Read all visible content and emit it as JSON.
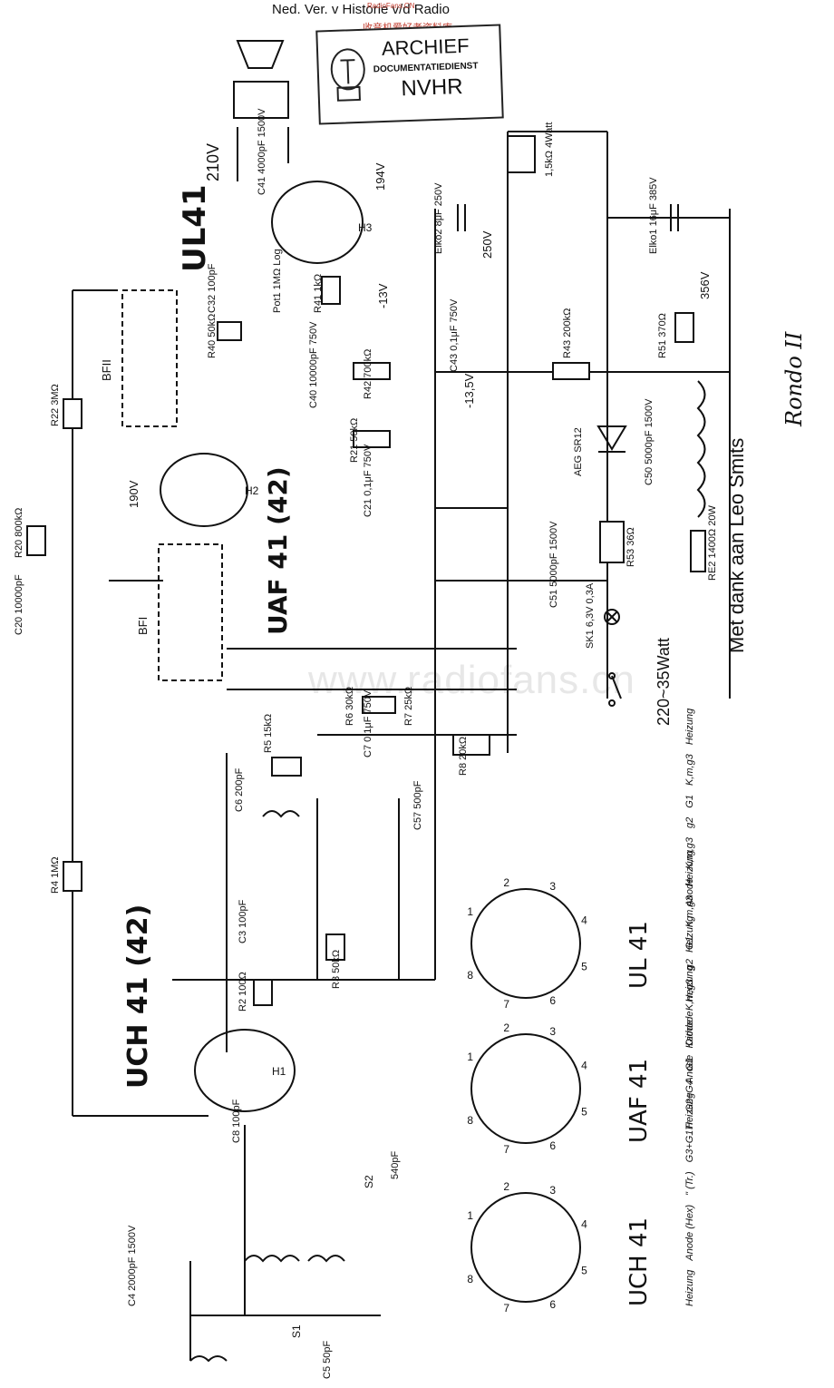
{
  "header": {
    "title": "Ned. Ver. v Historie v/d Radio",
    "watermark_top": "RadioFans.CN",
    "watermark_cn": "收音机爱好者资料库"
  },
  "stamp": {
    "line1": "ARCHIEF",
    "line2": "DOCUMENTATIEDIENST",
    "line3": "NVHR"
  },
  "watermark": "www.radiofans.cn",
  "credit": "Met dank aan Leo Smits",
  "model": "Rondo II",
  "power": "220~35Watt",
  "tubes": {
    "ul41": "UL41",
    "uaf41": "UAF 41 (42)",
    "uch41": "UCH 41 (42)",
    "pin_ul41": "UL 41",
    "pin_uaf41": "UAF 41",
    "pin_uch41": "UCH 41"
  },
  "voltages": {
    "v210": "210V",
    "v194": "194V",
    "v190": "190V",
    "vm13": "-13V",
    "vm135": "-13,5V",
    "v250": "250V",
    "v356": "356V"
  },
  "components": {
    "r22": "R22 3MΩ",
    "r20": "R20 800kΩ",
    "c20": "C20 10000pF",
    "r4": "R4 1MΩ",
    "c4": "C4 2000pF 1500V",
    "c5": "C5 50pF",
    "c8": "C8 100pF",
    "c10": "540pF",
    "r2": "R2 100Ω",
    "c3": "C3 100pF",
    "r3": "R3 50kΩ",
    "c6": "C6 200pF",
    "r5": "R5 15kΩ",
    "c57": "C57 500pF",
    "r8": "R8 20kΩ",
    "r6": "R6 30kΩ",
    "r7": "R7 25kΩ",
    "c7": "C7 0,1μF 750V",
    "r21": "R21 50kΩ",
    "c21": "C21 0,1μF 750V",
    "r40": "R40 50kΩ",
    "c32": "C32 100pF",
    "c40": "C40 10000pF 750V",
    "r42": "R42 700kΩ",
    "r41": "R41 1kΩ",
    "pot": "Pot1 1MΩ Log",
    "c43": "C43 0,1μF 750V",
    "c41": "C41 4000pF 1500V",
    "elko2": "Elko2 8μF 250V",
    "r12": "1,5kΩ 4Watt",
    "elko1": "Elko1 16μF 385V",
    "r43": "R43 200kΩ",
    "r51": "R51 370Ω",
    "sr": "AEG SR12",
    "c50": "C50 5000pF 1500V",
    "r53": "R53 36Ω",
    "re2": "RE2 1400Ω 20W",
    "c51": "C51 5000pF 1500V",
    "lamp": "SK1 6,3V 0,3A",
    "s1": "S1",
    "s2": "S2",
    "bf1": "BFI",
    "bf2": "BFII",
    "h1": "H1",
    "h2": "H2",
    "h3": "H3"
  },
  "pinlabels": {
    "ul41": [
      "Heizung",
      "Anode",
      "K,m,g3",
      "g2",
      "G1",
      "K,m,g3",
      "Heizung"
    ],
    "uaf41": [
      "Heizung",
      "Anode",
      "Diode",
      "K,m,g3",
      "g2",
      "G1",
      "K,m,g3",
      "Heizung"
    ],
    "uch41": [
      "Heizung",
      "Anode (Hex)",
      "\" (Tr.)",
      "G3+G1Tr",
      "G2+G4",
      "G1",
      "Kathode",
      "Heizung"
    ],
    "numbers": [
      "1",
      "2",
      "3",
      "4",
      "5",
      "6",
      "7",
      "8"
    ]
  }
}
